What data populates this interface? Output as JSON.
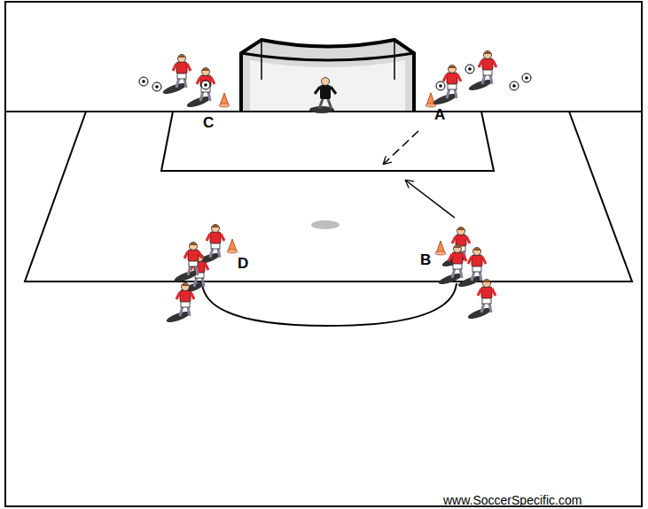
{
  "diagram": {
    "labels": [
      "C",
      "A",
      "D",
      "B",
      "www.SoccerSpecific.com"
    ]
  }
}
